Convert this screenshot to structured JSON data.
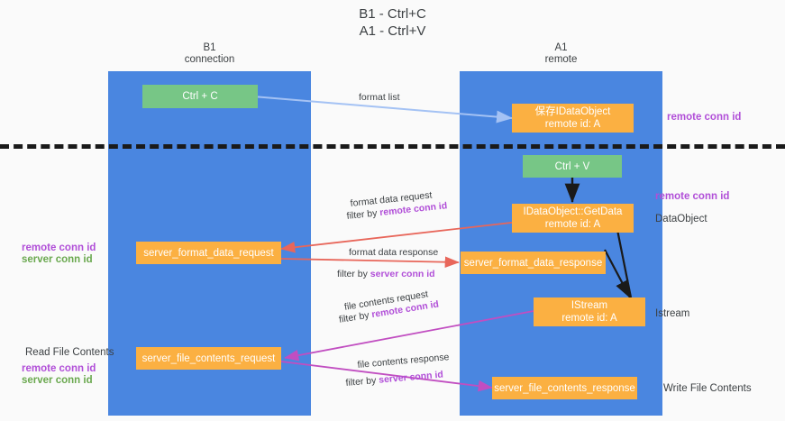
{
  "title": "B1 - Ctrl+C\nA1 - Ctrl+V",
  "columns": [
    {
      "id": "b1",
      "header": "B1\nconnection"
    },
    {
      "id": "a1",
      "header": "A1\nremote"
    }
  ],
  "nodes": {
    "ctrl_c": "Ctrl + C",
    "ctrl_v": "Ctrl + V",
    "save_idataobject": "保存IDataObject\nremote id: A",
    "getdata": "IDataObject::GetData\nremote id: A",
    "istream": "IStream\nremote id: A",
    "server_format_data_request": "server_format_data_request",
    "server_format_data_response": "server_format_data_response",
    "server_file_contents_request": "server_file_contents_request",
    "server_file_contents_response": "server_file_contents_response"
  },
  "edge_labels": {
    "format_list": "format list",
    "format_data_request": "format data request",
    "format_data_request_filter_pre": "filter by ",
    "format_data_request_filter_key": "remote conn id",
    "format_data_response": "format data response",
    "format_data_response_filter_pre": "filter by ",
    "format_data_response_filter_key": "server conn id",
    "file_contents_request": "file contents request",
    "file_contents_request_filter_pre": "filter by ",
    "file_contents_request_filter_key": "remote conn id",
    "file_contents_response": "file contents response",
    "file_contents_response_filter_pre": "filter by ",
    "file_contents_response_filter_key": "server conn id"
  },
  "right_labels": {
    "remote_conn_id_top": "remote conn id",
    "remote_conn_id_mid": "remote conn id",
    "dataobject": "DataObject",
    "istream": "Istream",
    "write_file_contents": "Write File Contents"
  },
  "left_labels": {
    "conn_ids_mid": {
      "remote": "remote conn id",
      "server": "server conn id"
    },
    "read_file_contents": "Read File Contents",
    "conn_ids_bottom": {
      "remote": "remote conn id",
      "server": "server conn id"
    }
  },
  "colors": {
    "lane": "#4a86e0",
    "node_green": "#77c686",
    "node_orange": "#fbb042",
    "accent_purple": "#b14fd8",
    "accent_green": "#6aa84f",
    "arrow_blue": "#a4c2f4",
    "arrow_red": "#e8665a",
    "arrow_magenta": "#c14ec1",
    "arrow_black": "#1a1a1a",
    "background": "#fafafa"
  }
}
